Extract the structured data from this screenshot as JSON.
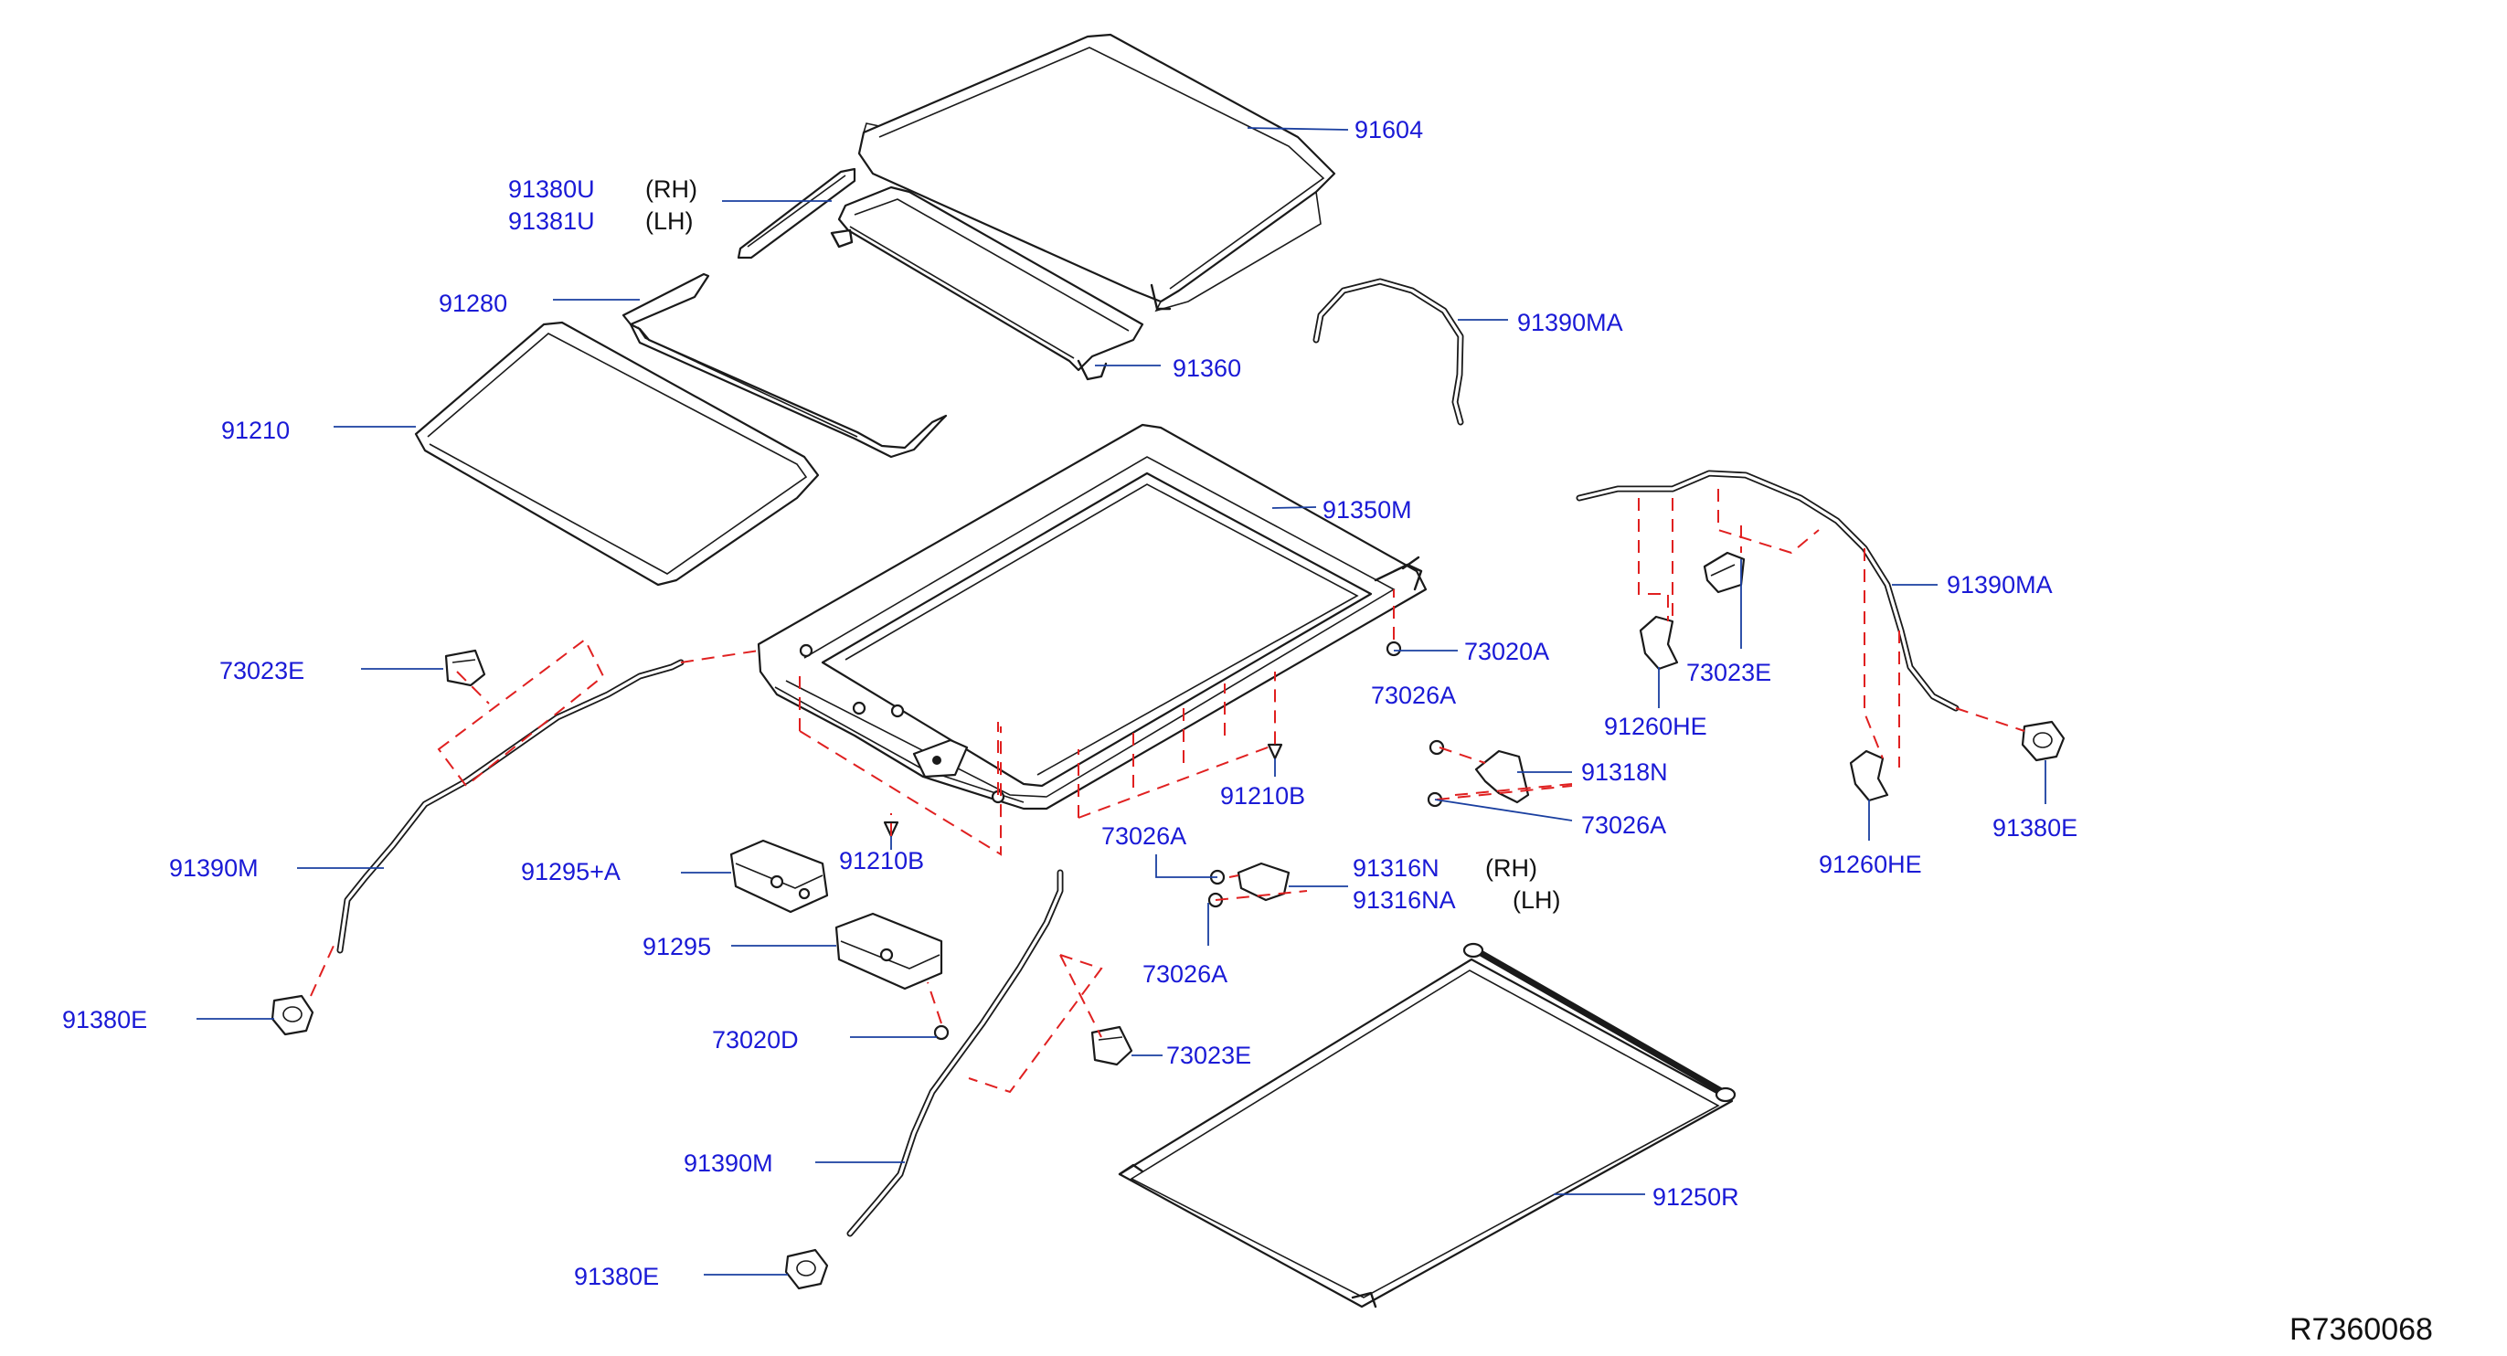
{
  "diagram": {
    "reference_code": "R7360068",
    "colors": {
      "label": "#1a1ad6",
      "leader": "#1a3fa0",
      "dashed_guide": "#e02020",
      "drawing": "#1a1a1a"
    },
    "callouts": {
      "p91604": "91604",
      "p91380u": "91380U",
      "p91381u": "91381U",
      "rh_1": "(RH)",
      "lh_1": "(LH)",
      "p91280": "91280",
      "p91210": "91210",
      "p91360": "91360",
      "p91390ma_top": "91390MA",
      "p91350m": "91350M",
      "p91390ma_right": "91390MA",
      "p73023e_left": "73023E",
      "p73023e_right": "73023E",
      "p73023e_bottom": "73023E",
      "p73020a": "73020A",
      "p73026a_1": "73026A",
      "p73026a_2": "73026A",
      "p73026a_3": "73026A",
      "p73026a_4": "73026A",
      "p91260he_1": "91260HE",
      "p91260he_2": "91260HE",
      "p91318n": "91318N",
      "p91380e_right": "91380E",
      "p91380e_left": "91380E",
      "p91380e_bottom": "91380E",
      "p91210b_1": "91210B",
      "p91210b_2": "91210B",
      "p91390m_left": "91390M",
      "p91390m_bottom": "91390M",
      "p91295a": "91295+A",
      "p91295": "91295",
      "p91316n": "91316N",
      "p91316na": "91316NA",
      "rh_2": "(RH)",
      "lh_2": "(LH)",
      "p73020d": "73020D",
      "p91250r": "91250R"
    }
  }
}
